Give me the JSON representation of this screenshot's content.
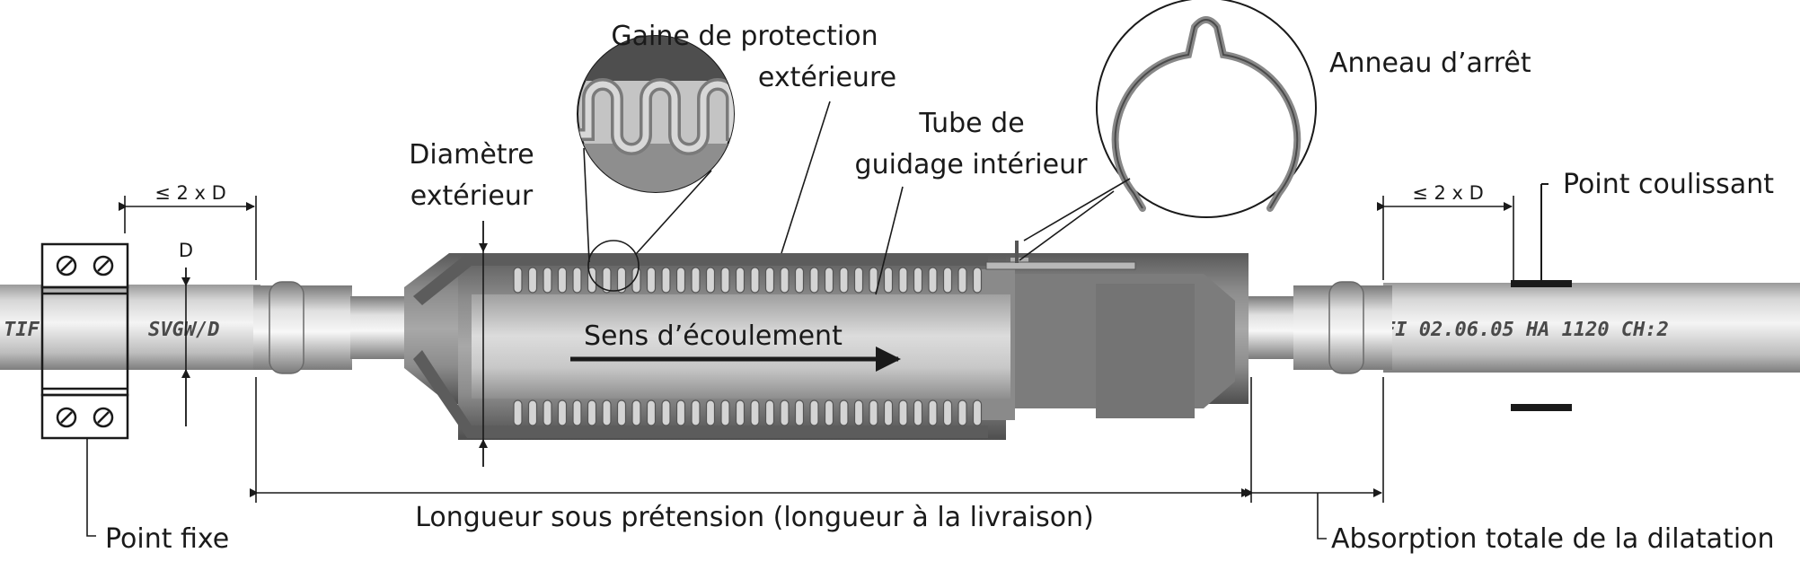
{
  "labels": {
    "outer_sheath_line1": "Gaine de protection",
    "outer_sheath_line2": "extérieure",
    "retaining_ring": "Anneau d’arrêt",
    "inner_tube_line1": "Tube de",
    "inner_tube_line2": "guidage intérieur",
    "outer_diameter_line1": "Diamètre",
    "outer_diameter_line2": "extérieur",
    "left_spacing": "≤ 2 x D",
    "right_spacing": "≤ 2 x D",
    "diameter_symbol": "D",
    "sliding_point": "Point coulissant",
    "flow_direction": "Sens d’écoulement",
    "pre_tension_length": "Longueur sous prétension (longueur à la livraison)",
    "fixed_point": "Point fixe",
    "total_expansion": "Absorption totale de la dilatation"
  },
  "pipe_markings": {
    "left_prefix": "TIF",
    "left_text": "SVGW/D",
    "right_text": "FI   02.06.05   HA 1120   CH:2"
  },
  "colors": {
    "pipe_light": "#e4e4e4",
    "pipe_dark": "#8a8a8a",
    "body_dark": "#6e6e6e",
    "body_mid": "#9a9a9a",
    "bellows": "#cfcfcf",
    "ink": "#1a1a1a"
  }
}
